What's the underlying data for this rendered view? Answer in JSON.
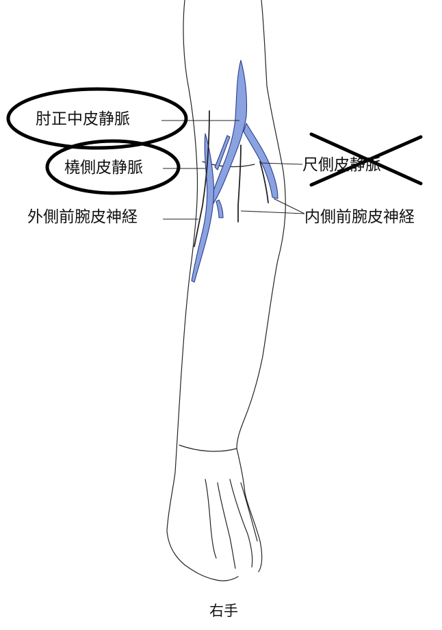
{
  "labels": {
    "median_cubital_vein": "肘正中皮静脈",
    "cephalic_vein": "橈側皮静脈",
    "basilic_vein": "尺側皮静脈",
    "lateral_antebrachial_cutaneous_nerve": "外側前腕皮神経",
    "medial_antebrachial_cutaneous_nerve": "内側前腕皮神経",
    "hand_side": "右手"
  },
  "annotations": {
    "circled": [
      "median_cubital_vein",
      "cephalic_vein"
    ],
    "crossed_out": [
      "basilic_vein"
    ]
  },
  "colors": {
    "vein_fill": "#8aa3e0",
    "vein_outline": "#2b3a8a",
    "outline": "#222222",
    "annotation": "#000000"
  }
}
